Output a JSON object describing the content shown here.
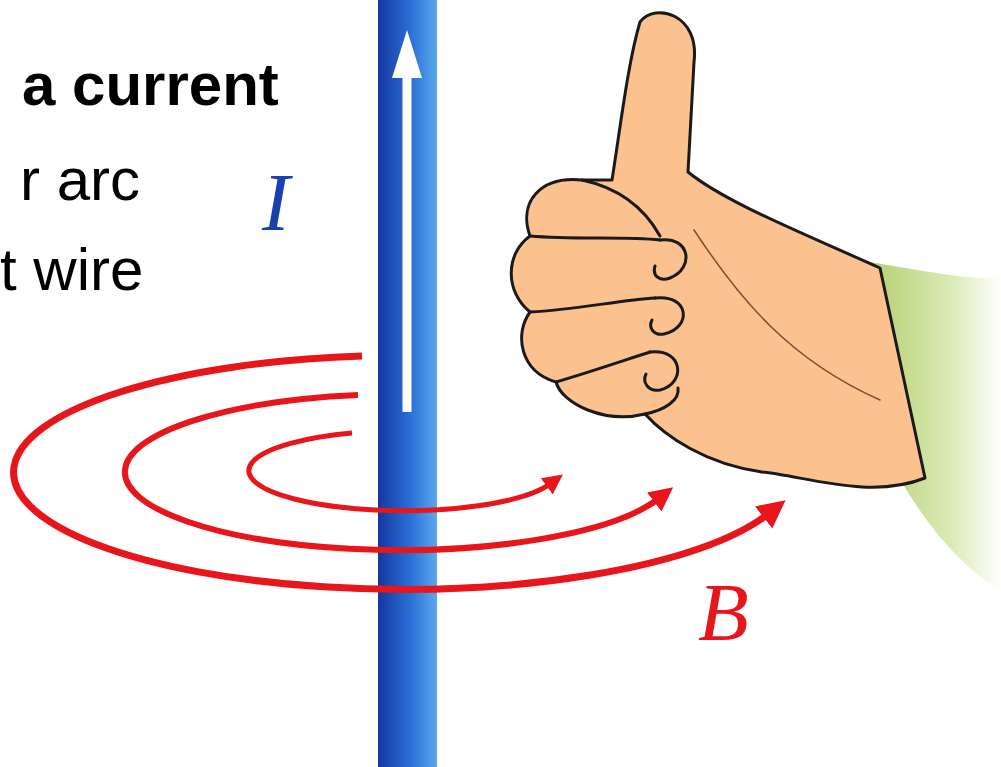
{
  "diagram": {
    "labels": [
      "a current",
      "r arc",
      "t wire",
      "I",
      "B"
    ]
  }
}
